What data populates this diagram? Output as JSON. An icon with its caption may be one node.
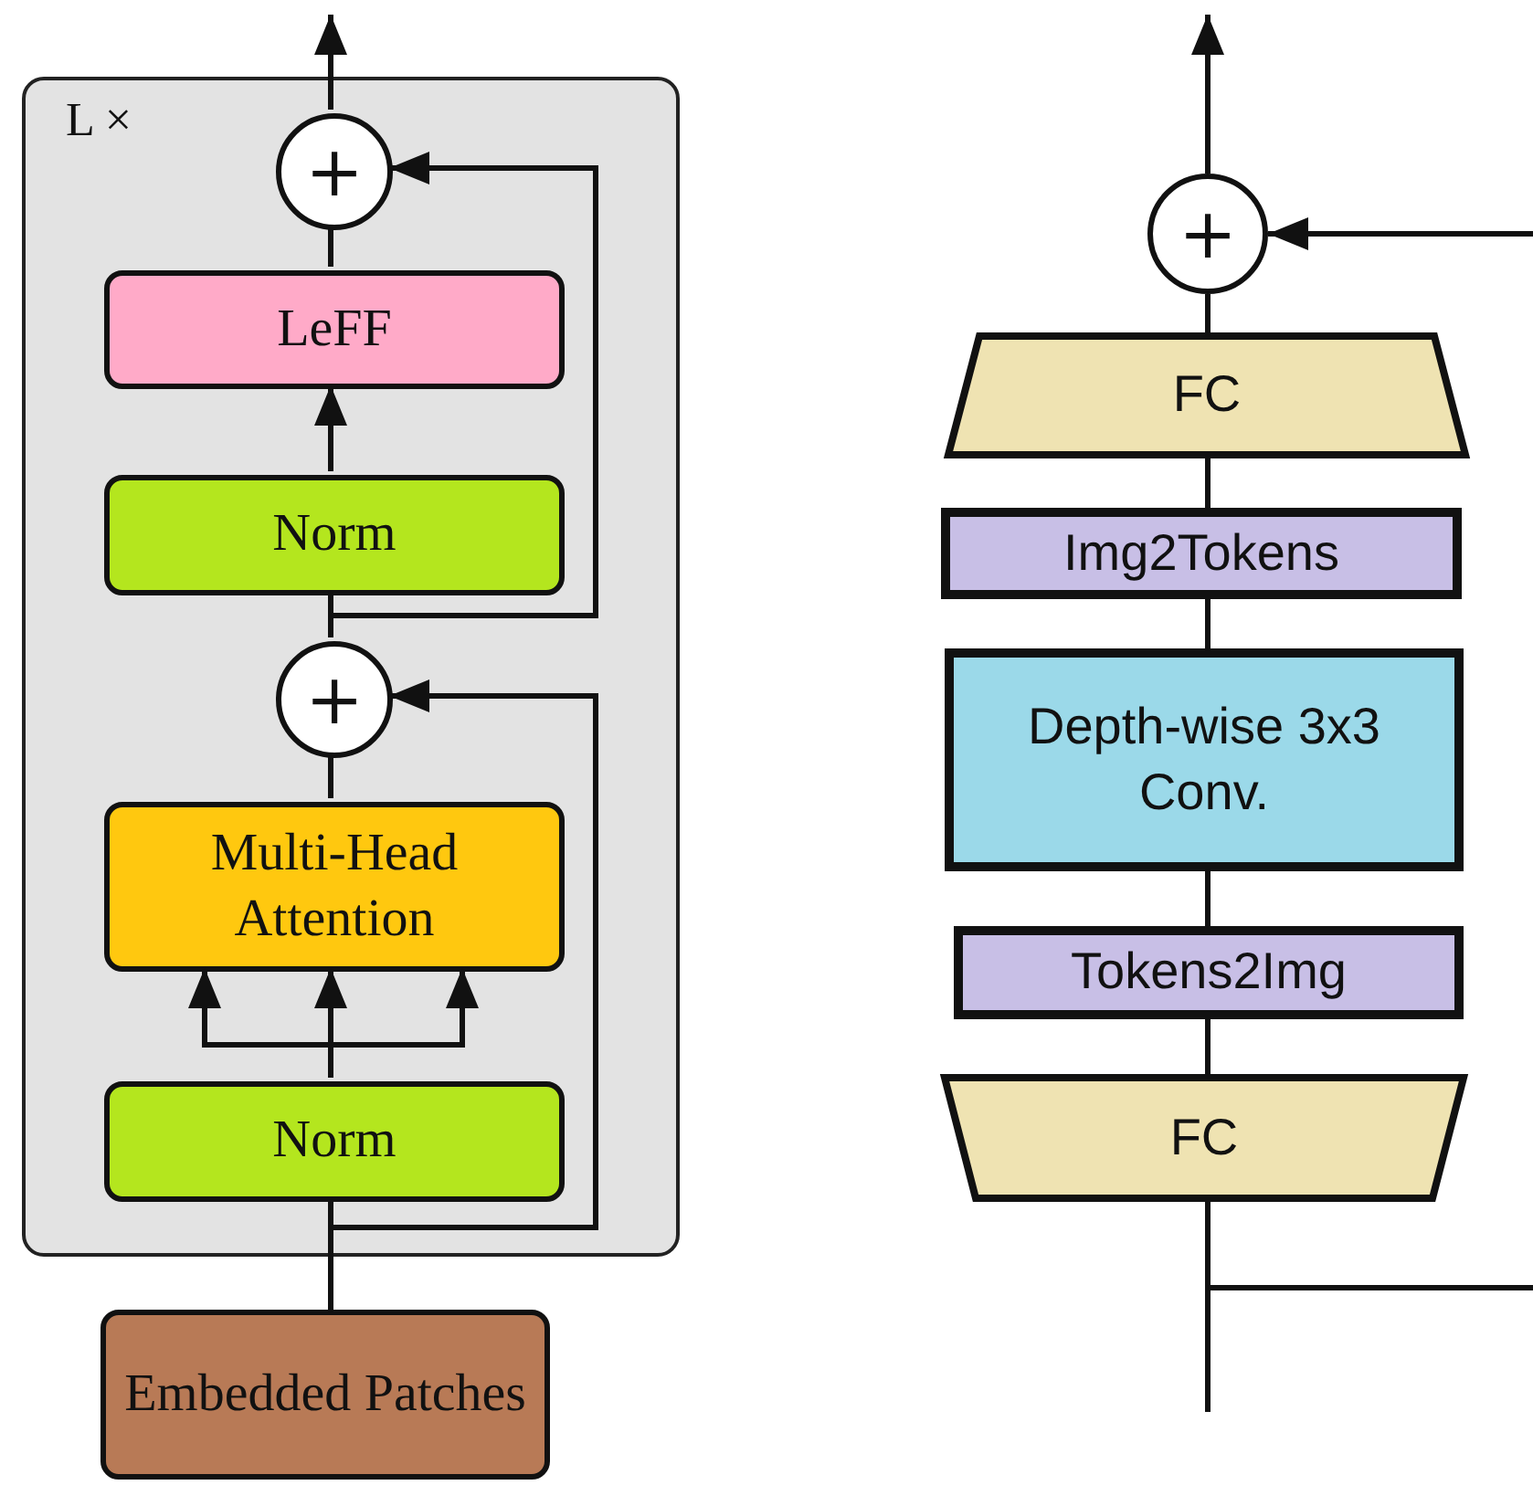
{
  "diagram": {
    "nodes": [
      {
        "text": [
          "L ×"
        ]
      },
      {
        "text": [
          "+"
        ],
        "in": 0
      },
      {
        "text": [
          "LeFF"
        ],
        "in": 0
      },
      {
        "text": [
          "Norm"
        ],
        "in": 0
      },
      {
        "text": [
          "+"
        ],
        "in": 0
      },
      {
        "text": [
          "Multi-Head Attention"
        ],
        "in": 0
      },
      {
        "text": [
          "Norm"
        ],
        "in": 0
      },
      {
        "text": [
          "Embedded Patches"
        ]
      },
      {
        "text": [
          "+"
        ]
      },
      {
        "text": [
          "FC"
        ]
      },
      {
        "text": [
          "Img2Tokens"
        ]
      },
      {
        "text": [
          "Depth-wise 3x3 Conv."
        ]
      },
      {
        "text": [
          "Tokens2Img"
        ]
      },
      {
        "text": [
          "FC"
        ]
      }
    ],
    "edges": [
      {
        "from": 7,
        "to": 6,
        "arrow": "none"
      },
      {
        "from": 6,
        "to": 5,
        "arrow": "to"
      },
      {
        "from": 6,
        "to": 5,
        "arrow": "to"
      },
      {
        "from": 6,
        "to": 5,
        "arrow": "to"
      },
      {
        "from": 5,
        "to": 4,
        "arrow": "none"
      },
      {
        "from": 7,
        "to": 4,
        "arrow": "to"
      },
      {
        "from": 4,
        "to": 3,
        "arrow": "none"
      },
      {
        "from": 3,
        "to": 2,
        "arrow": "to"
      },
      {
        "from": 2,
        "to": 1,
        "arrow": "none"
      },
      {
        "from": 4,
        "to": 1,
        "arrow": "to"
      },
      {
        "from": 1,
        "to": null,
        "arrow": "to"
      },
      {
        "from": null,
        "to": 13,
        "arrow": "none"
      },
      {
        "from": 13,
        "to": 12,
        "arrow": "none"
      },
      {
        "from": 12,
        "to": 11,
        "arrow": "none"
      },
      {
        "from": 11,
        "to": 10,
        "arrow": "none"
      },
      {
        "from": 10,
        "to": 9,
        "arrow": "none"
      },
      {
        "from": 9,
        "to": 8,
        "arrow": "none"
      },
      {
        "from": 8,
        "to": null,
        "arrow": "to"
      },
      {
        "from": null,
        "to": 8,
        "arrow": "to"
      },
      {
        "from": 13,
        "to": null,
        "arrow": "none"
      }
    ]
  }
}
